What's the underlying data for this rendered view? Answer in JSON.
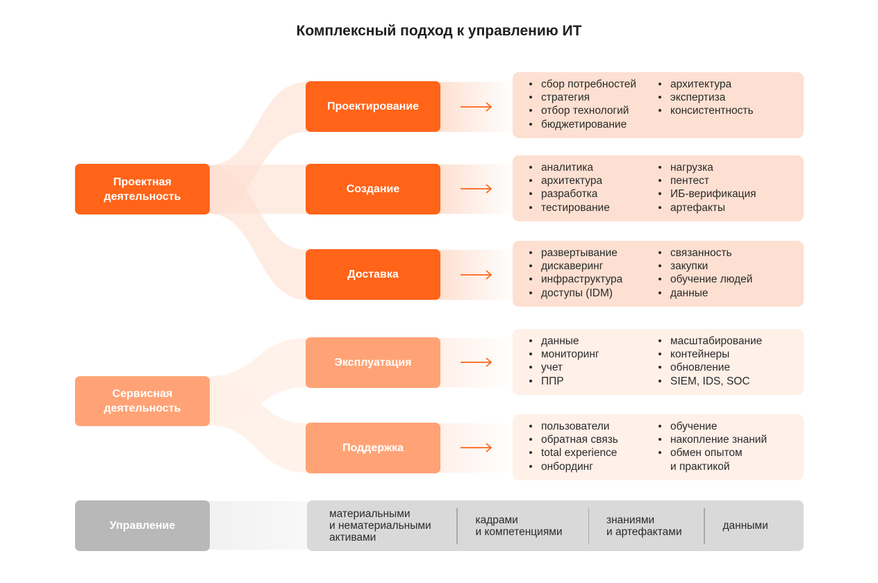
{
  "title": "Комплексный подход к управлению ИТ",
  "colors": {
    "accent": "#ff6419",
    "accent_light": "#ffa376",
    "panel_dark": "#fde0d1",
    "panel_light": "#fff0e8",
    "management": "#b8b8b8"
  },
  "groups": [
    {
      "label": "Проектная деятельность",
      "stages": [
        {
          "label": "Проектирование",
          "left": [
            "сбор потребностей",
            "стратегия",
            "отбор технологий",
            "бюджетирование"
          ],
          "right": [
            "архитектура",
            "экспертиза",
            "консистентность"
          ]
        },
        {
          "label": "Создание",
          "left": [
            "аналитика",
            "архитектура",
            "разработка",
            "тестирование"
          ],
          "right": [
            "нагрузка",
            "пентест",
            "ИБ-верификация",
            "артефакты"
          ]
        },
        {
          "label": "Доставка",
          "left": [
            "развертывание",
            "дискаверинг",
            "инфраструктура",
            "доступы (IDM)"
          ],
          "right": [
            "связанность",
            "закупки",
            "обучение людей",
            "данные"
          ]
        }
      ]
    },
    {
      "label": "Сервисная деятельность",
      "stages": [
        {
          "label": "Эксплуатация",
          "left": [
            "данные",
            "мониторинг",
            "учет",
            "ППР"
          ],
          "right": [
            "масштабирование",
            "контейнеры",
            "обновление",
            "SIEM, IDS, SOC"
          ]
        },
        {
          "label": "Поддержка",
          "left": [
            "пользователи",
            "обратная связь",
            "total experience",
            "онбординг"
          ],
          "right": [
            "обучение",
            "накопление знаний",
            "обмен опытом\nи практикой"
          ]
        }
      ]
    }
  ],
  "management": {
    "label": "Управление",
    "items": [
      "материальными\nи нематериальными\nактивами",
      "кадрами\nи компетенциями",
      "знаниями\nи артефактами",
      "данными"
    ]
  }
}
